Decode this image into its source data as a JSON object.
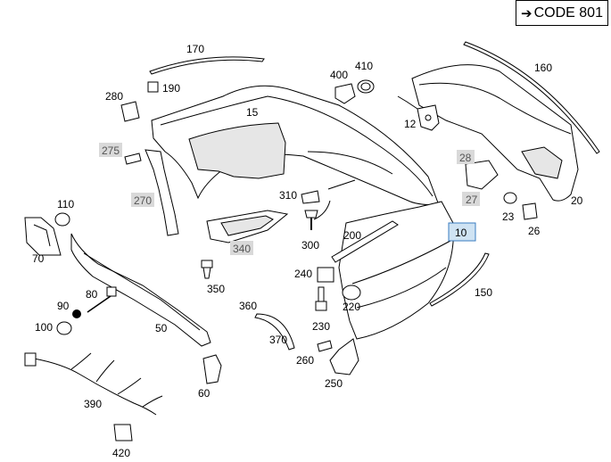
{
  "code_box": {
    "arrow": "➔",
    "text": "CODE 801"
  },
  "callouts": {
    "c10": "10",
    "c12": "12",
    "c15": "15",
    "c20": "20",
    "c23": "23",
    "c26": "26",
    "c27": "27",
    "c28": "28",
    "c50": "50",
    "c60": "60",
    "c70": "70",
    "c80": "80",
    "c90": "90",
    "c100": "100",
    "c110": "110",
    "c150": "150",
    "c160": "160",
    "c170": "170",
    "c190": "190",
    "c200": "200",
    "c220": "220",
    "c230": "230",
    "c240": "240",
    "c250": "250",
    "c260": "260",
    "c270": "270",
    "c275": "275",
    "c280": "280",
    "c300": "300",
    "c310": "310",
    "c340": "340",
    "c350": "350",
    "c360": "360",
    "c370": "370",
    "c390": "390",
    "c400": "400",
    "c410": "410",
    "c420": "420"
  },
  "colors": {
    "highlight_box": "#cfe3f3",
    "highlight_border": "#3a7cc0",
    "shaded_label": "#d9d9d9"
  }
}
